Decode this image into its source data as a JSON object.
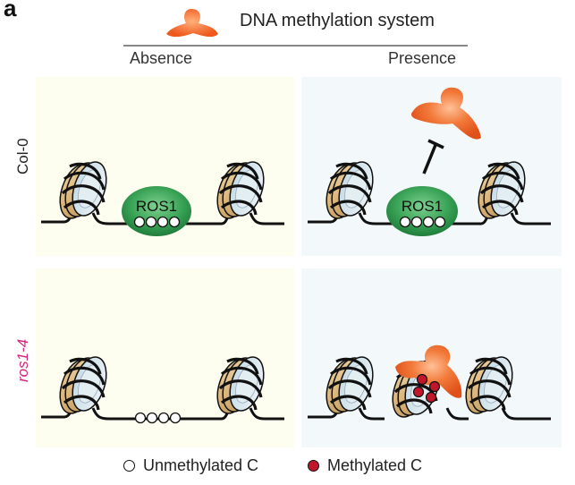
{
  "panel_label": "a",
  "header": {
    "title": "DNA methylation system",
    "columns": [
      "Absence",
      "Presence"
    ]
  },
  "rows": [
    {
      "label": "Col-0",
      "color": "#222222"
    },
    {
      "label": "ros1-4",
      "color": "#d6247a",
      "italic": true
    }
  ],
  "enzyme_label": "ROS1",
  "legend": {
    "unmethylated": "Unmethylated C",
    "methylated": "Methylated C"
  },
  "colors": {
    "panel_yellow": "#fdfdf0",
    "panel_blue": "#f3f9fb",
    "methylation_enzyme": "#ee5a1e",
    "ros1": "#2e9a4c",
    "methyl_dot": "#c0152a",
    "nucleosome_tan": "#d9b37a"
  }
}
